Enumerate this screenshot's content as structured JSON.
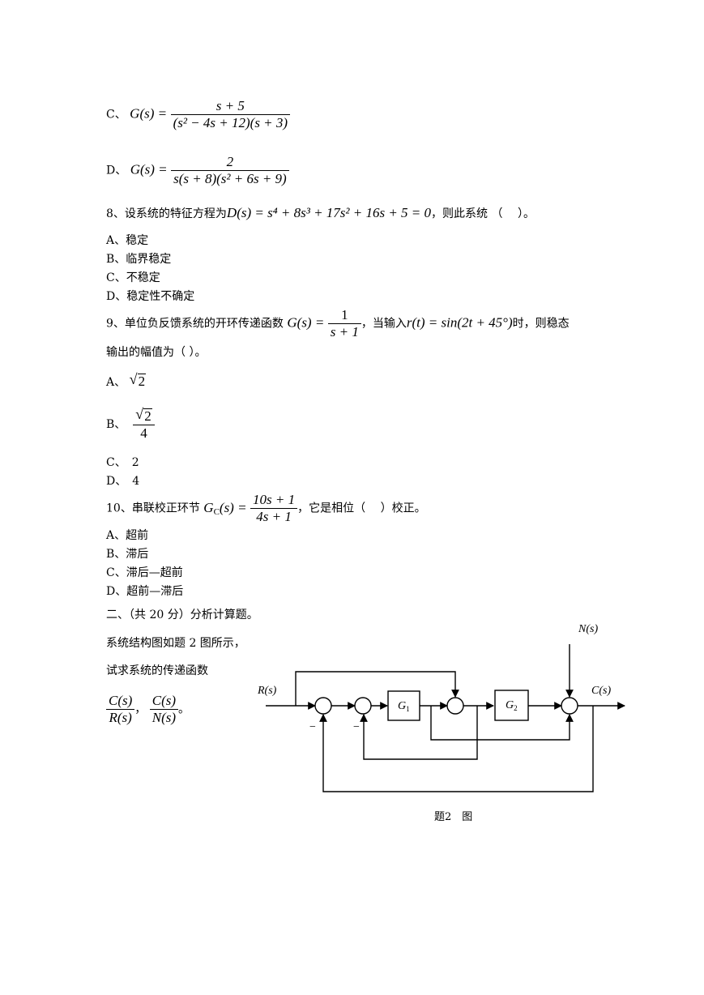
{
  "q7": {
    "optC": {
      "label": "C、",
      "lhs": "G(s) =",
      "num": "s + 5",
      "den": "(s² − 4s + 12)(s + 3)"
    },
    "optD": {
      "label": "D、",
      "lhs": "G(s) =",
      "num": "2",
      "den": "s(s + 8)(s² + 6s + 9)"
    }
  },
  "q8": {
    "prefix": "8、设系统的特征方程为",
    "equation": "D(s) = s⁴ + 8s³ + 17s² + 16s + 5 = 0",
    "suffix": "，则此系统 （　 ）。",
    "options": [
      "A、稳定",
      "B、临界稳定",
      "C、不稳定",
      "D、稳定性不确定"
    ]
  },
  "q9": {
    "prefix": "9、单位负反馈系统的开环传递函数",
    "lhs": "G(s) =",
    "num": "1",
    "den": "s + 1",
    "mid": "，当输入",
    "input": "r(t) = sin(2t + 45°)",
    "suffix": "时，则稳态",
    "line2": "输出的幅值为（ ）。",
    "optA_label": "A、",
    "optA_rad": "2",
    "optB_label": "B、",
    "optB_rad": "2",
    "optB_den": "4",
    "optC": "C、　2",
    "optD": "D、　4"
  },
  "q10": {
    "prefix": "10、串联校正环节",
    "lhs": "G_C(s) =",
    "num": "10s + 1",
    "den": "4s + 1",
    "suffix": "，它是相位（　 ）校正。",
    "options": [
      "A、超前",
      "B、滞后",
      "C、滞后—超前",
      "D、超前—滞后"
    ]
  },
  "part2": {
    "heading": "二、（共 20 分）分析计算题。",
    "text1": "系统结构图如题 2 图所示，",
    "text2": "试求系统的传递函数",
    "tf1_num": "C(s)",
    "tf1_den": "R(s)",
    "sep": "，",
    "tf2_num": "C(s)",
    "tf2_den": "N(s)",
    "end": "。"
  },
  "diagram": {
    "R": "R(s)",
    "C": "C(s)",
    "N": "N(s)",
    "G1": "G",
    "G1_sub": "1",
    "G2": "G",
    "G2_sub": "2",
    "minus1": "−",
    "minus2": "−",
    "caption": "题2　图"
  }
}
